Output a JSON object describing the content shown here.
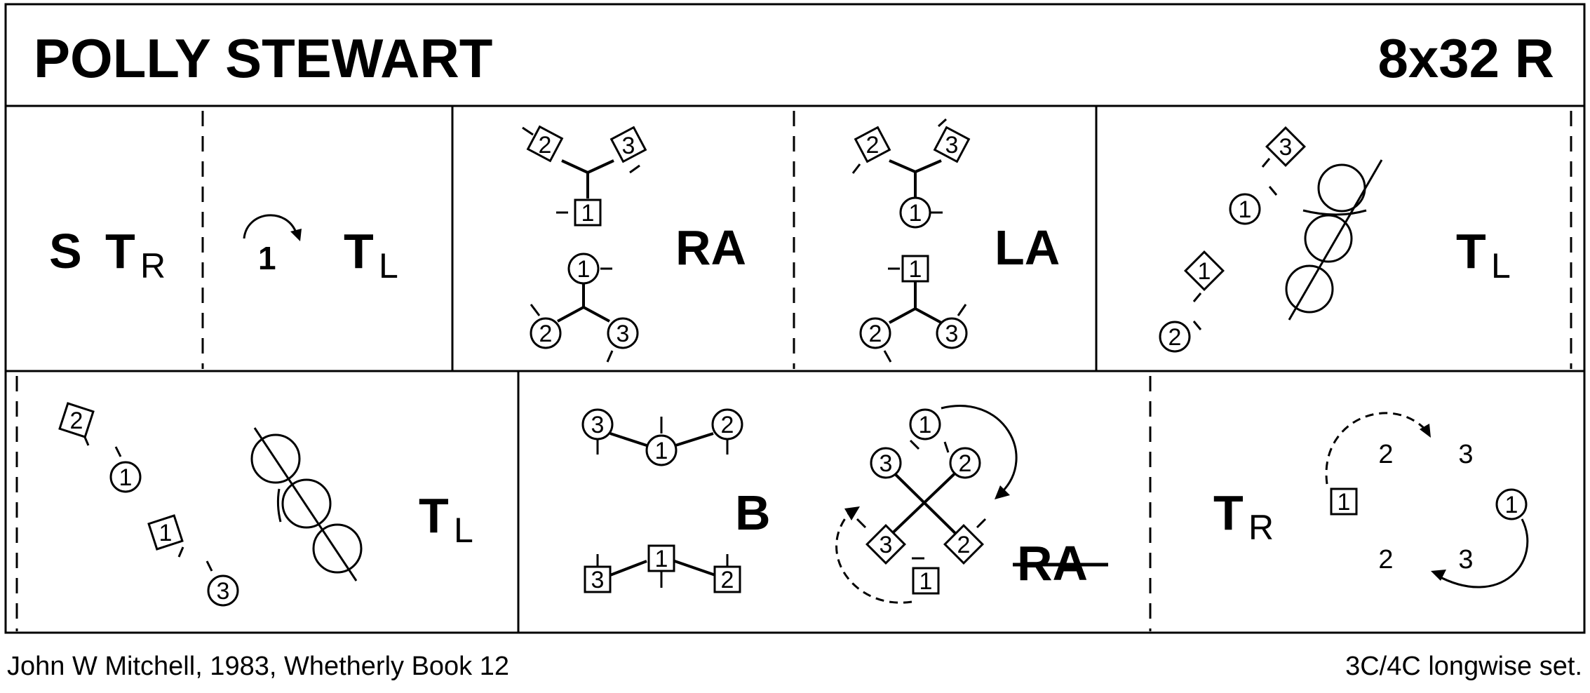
{
  "header": {
    "title": "POLLY STEWART",
    "formation": "8x32 R"
  },
  "footer": {
    "credit": "John W Mitchell, 1983, Whetherly Book 12",
    "set_type": "3C/4C longwise set."
  },
  "cells": {
    "r1c1": {
      "a_main": "S",
      "b_main": "T",
      "b_sub": "R"
    },
    "r1c2": {
      "turn_num": "1",
      "main": "T",
      "sub": "L"
    },
    "r1c3": {
      "label": "RA",
      "t_left": "2",
      "t_right": "3",
      "t_center": "1",
      "b_center": "1",
      "b_left": "2",
      "b_right": "3"
    },
    "r1c4": {
      "label": "LA",
      "t_left": "2",
      "t_right": "3",
      "t_center": "1",
      "b_center": "1",
      "b_left": "2",
      "b_right": "3"
    },
    "r1c5": {
      "main": "T",
      "sub": "L",
      "p1": "3",
      "p2": "1",
      "p3": "1",
      "p4": "2"
    },
    "r2c1": {
      "main": "T",
      "sub": "L",
      "p1": "2",
      "p2": "1",
      "p3": "1",
      "p4": "3"
    },
    "r2c2": {
      "label": "B",
      "t_left": "3",
      "t_center": "1",
      "t_right": "2",
      "b_left": "3",
      "b_center": "1",
      "b_right": "2"
    },
    "r2c3": {
      "label": "RA",
      "m1": "1",
      "m2": "3",
      "m3": "2",
      "w3": "3",
      "w2": "2",
      "w1": "1"
    },
    "r2c4": {
      "main": "T",
      "sub": "R",
      "man1": "1",
      "a2": "2",
      "a3": "3",
      "w1": "1",
      "b2": "2",
      "b3": "3"
    }
  }
}
